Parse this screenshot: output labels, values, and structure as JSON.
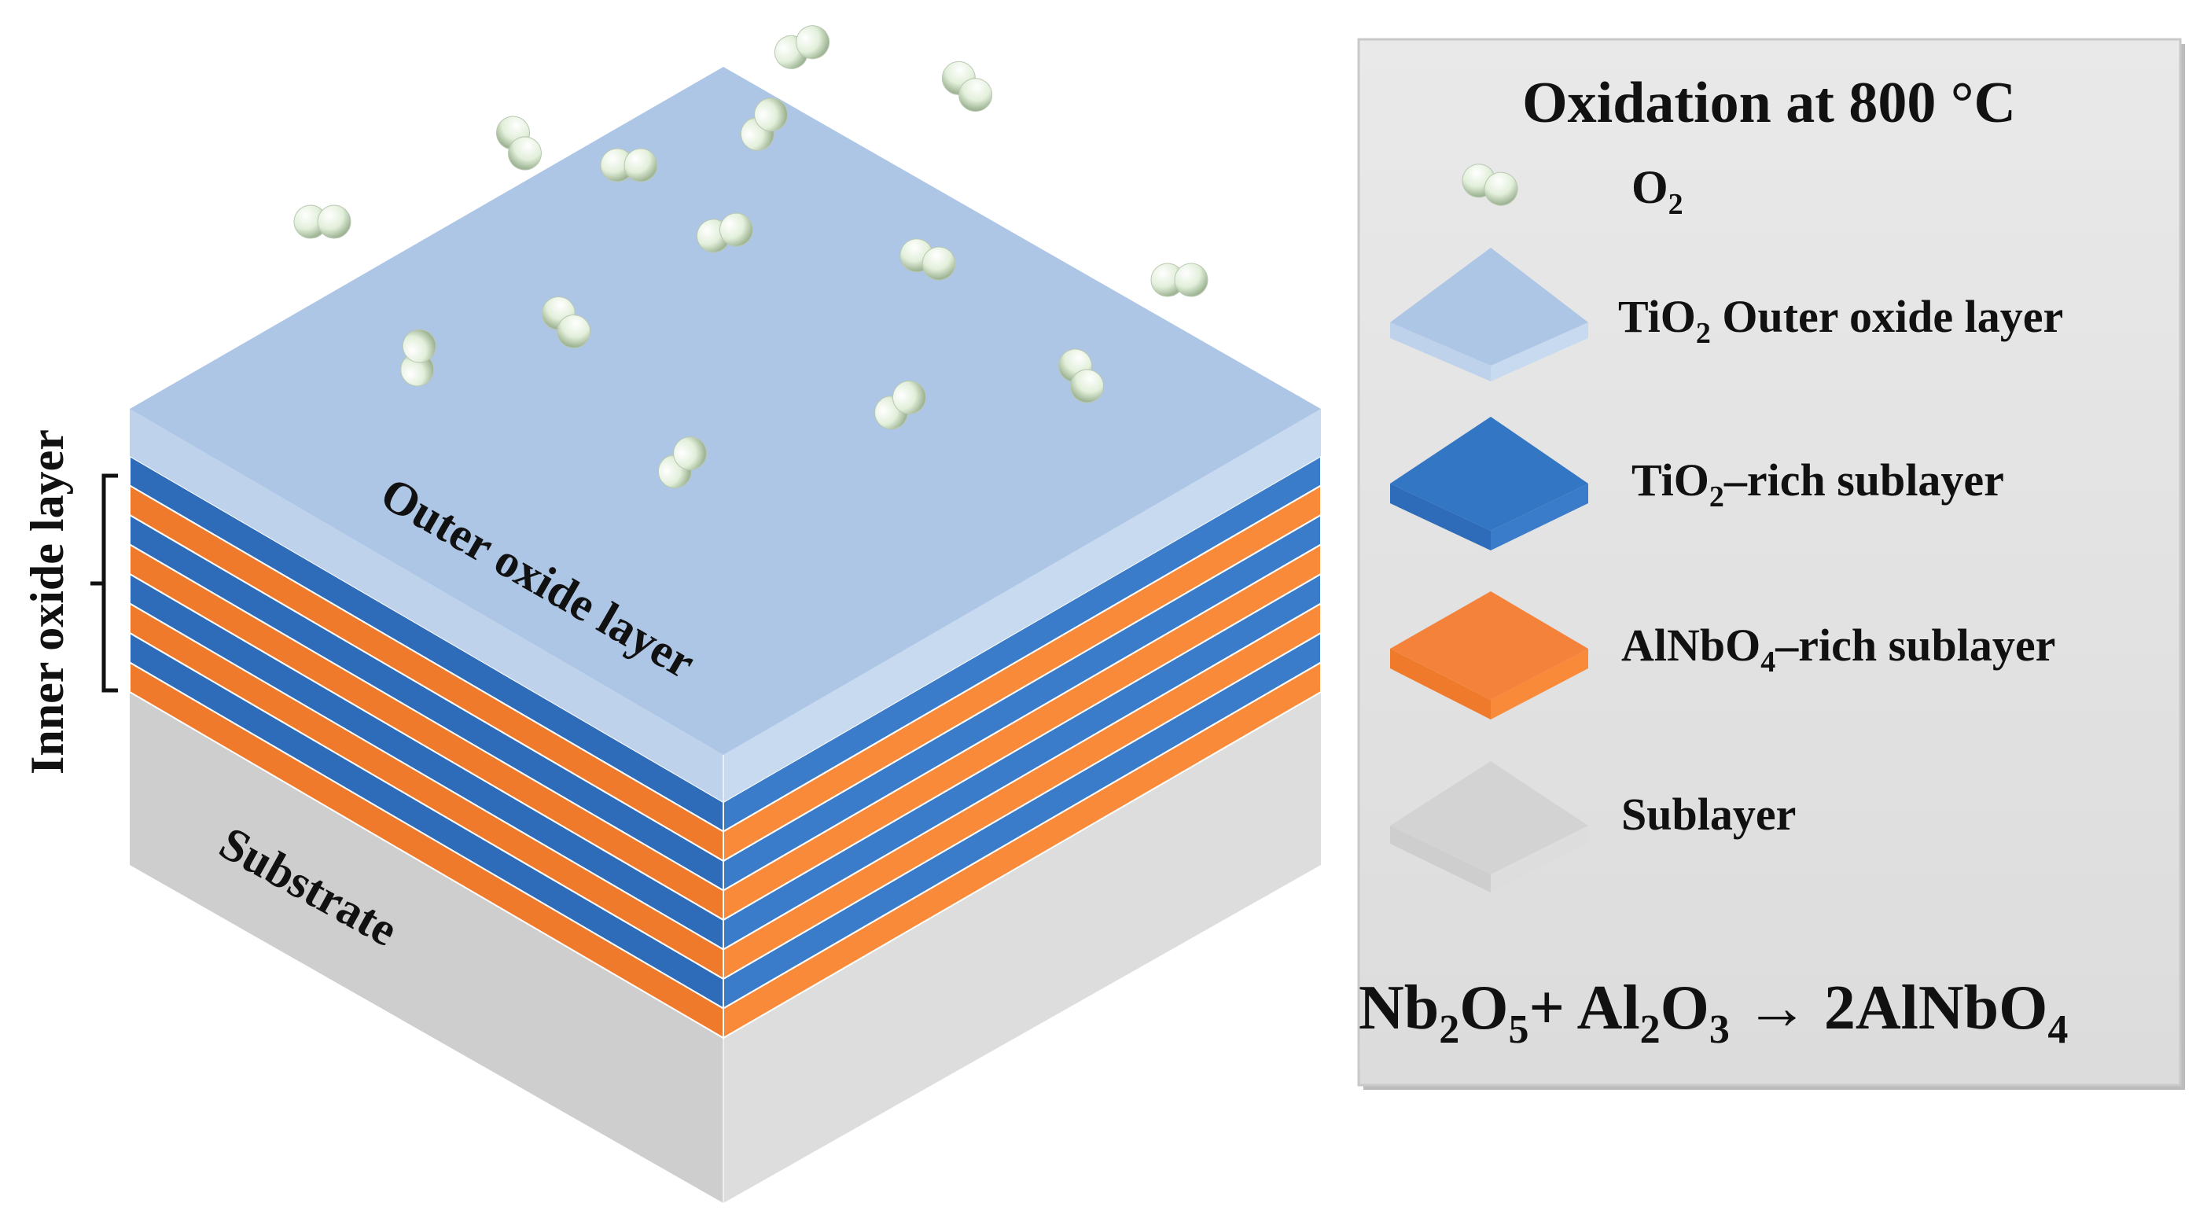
{
  "diagram": {
    "inner_label": "Inner oxide layer",
    "outer_label": "Outer oxide layer",
    "substrate_label": "Substrate"
  },
  "legend": {
    "title": "Oxidation at 800 °C",
    "o2": {
      "main": "O",
      "sub": "2"
    },
    "tio2_outer": {
      "pre": "TiO",
      "sub": "2",
      "post": " Outer oxide layer"
    },
    "tio2_rich": {
      "pre": "TiO",
      "sub": "2",
      "post": "–rich sublayer"
    },
    "alnbo4_rich": {
      "pre": "AlNbO",
      "sub": "4",
      "post": "–rich sublayer"
    },
    "sublayer": "Sublayer",
    "equation": {
      "nb": "Nb",
      "s1": "2",
      "o1": "O",
      "s2": "5",
      "plus_al": "+ Al",
      "s3": "2",
      "o2": "O",
      "s4": "3",
      "arrow": " → 2AlNbO",
      "s5": "4"
    }
  },
  "colors": {
    "outer_top": "#adc6e6",
    "outer_side_left": "#bcd0ea",
    "outer_side_right": "#c6d8ee",
    "blue_left": "#2e6bb8",
    "blue_right": "#3a7cc9",
    "orange_left": "#f07a2c",
    "orange_right": "#f88a3a",
    "substrate_left": "#cfcece",
    "substrate_right": "#d9d8d8",
    "legend_panel": "#e4e4e4",
    "o2_fill": "#e6f2df"
  },
  "icons": [
    "o2-molecule-icon",
    "outer-layer-tile-icon",
    "tio2-rich-tile-icon",
    "alnbo4-rich-tile-icon",
    "sublayer-tile-icon"
  ]
}
